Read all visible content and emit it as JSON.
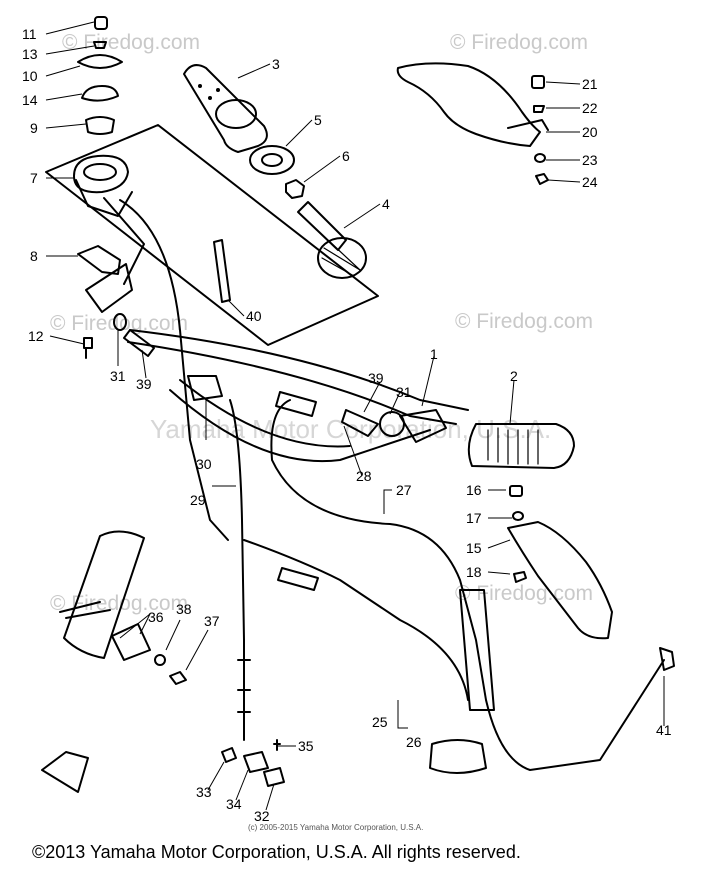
{
  "watermark": "© Firedog.com",
  "watermark_center": "Yamaha Motor Corporation, U.S.A.",
  "small_copyright": "(c) 2005-2015 Yamaha Motor Corporation, U.S.A.",
  "copyright": "©2013 Yamaha Motor Corporation, U.S.A. All rights reserved.",
  "callouts": {
    "n1": "1",
    "n2": "2",
    "n3": "3",
    "n4": "4",
    "n5": "5",
    "n6": "6",
    "n7": "7",
    "n8": "8",
    "n9": "9",
    "n10": "10",
    "n11": "11",
    "n12": "12",
    "n13": "13",
    "n14": "14",
    "n15": "15",
    "n16": "16",
    "n17": "17",
    "n18": "18",
    "n20": "20",
    "n21": "21",
    "n22": "22",
    "n23": "23",
    "n24": "24",
    "n25": "25",
    "n26": "26",
    "n27": "27",
    "n28": "28",
    "n29": "29",
    "n30": "30",
    "n31a": "31",
    "n31b": "31",
    "n32": "32",
    "n33": "33",
    "n34": "34",
    "n35": "35",
    "n36": "36",
    "n37": "37",
    "n38": "38",
    "n39a": "39",
    "n39b": "39",
    "n40": "40",
    "n41": "41"
  }
}
